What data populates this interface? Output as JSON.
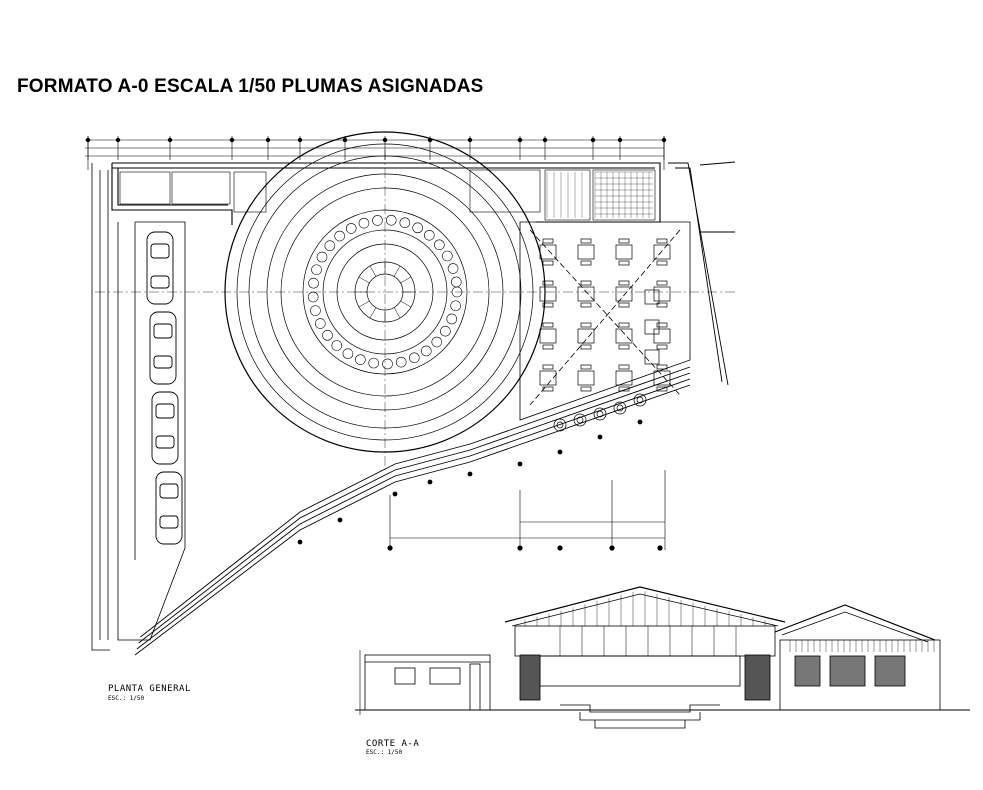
{
  "sheet": {
    "title": "FORMATO A-0  ESCALA 1/50 PLUMAS ASIGNADAS"
  },
  "plan": {
    "title": "PLANTA  GENERAL",
    "scale": "ESC.: 1/50"
  },
  "section": {
    "title": "CORTE  A-A",
    "scale": "ESC.: 1/50"
  },
  "colors": {
    "ink": "#000000",
    "background": "#ffffff"
  }
}
